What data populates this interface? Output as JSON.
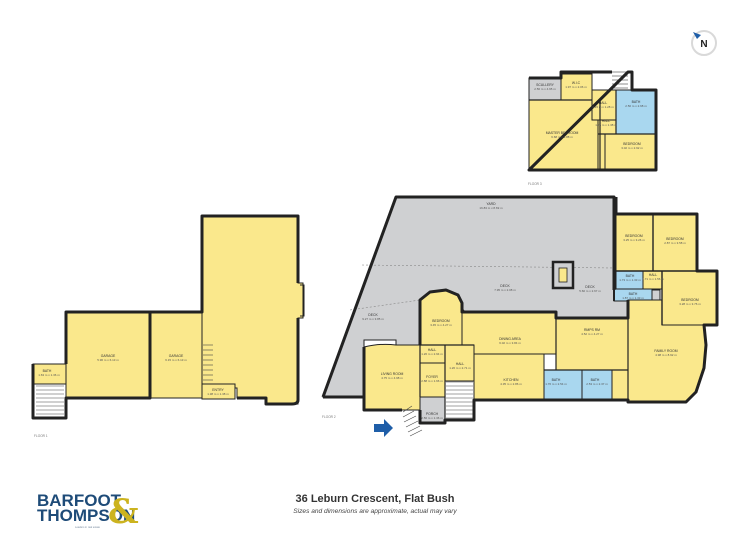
{
  "property": {
    "address": "36 Leburn Crescent, Flat Bush",
    "note": "Sizes and dimensions are approximate, actual may vary"
  },
  "brand": {
    "line1": "BARFOOT",
    "line2": "THOMPSON",
    "ampersand": "&",
    "tagline": "Leaders in real estate",
    "navy": "#1e4b78",
    "gold": "#ccb31f"
  },
  "compass": {
    "label": "N",
    "icon": "north-arrow-icon"
  },
  "colors": {
    "room": "#fae88c",
    "bathroom": "#a9d7ef",
    "outdoor": "#cfd0d2",
    "entry_arrow": "#1f5ea8"
  },
  "floors": {
    "floor1_label": "FLOOR 1",
    "floor2_label": "FLOOR 2",
    "floor3_label": "FLOOR 3"
  },
  "rooms": {
    "bath_f1": {
      "name": "BATH",
      "dims": "1.63 m x 1.36 m"
    },
    "garage_a": {
      "name": "GARAGE",
      "dims": "5.96 m x 6.13 m"
    },
    "garage_b": {
      "name": "GARAGE",
      "dims": "6.15 m x 6.13 m"
    },
    "entry_f1": {
      "name": "ENTRY",
      "dims": "1.38 m x 1.38 m"
    },
    "scullery": {
      "name": "SCULLERY",
      "dims": "2.56 m x 4.95 m"
    },
    "wic": {
      "name": "W.I.C",
      "dims": "1.97 m x 2.06 m"
    },
    "hall_f3a": {
      "name": "HALL",
      "dims": "4.15 m x 1.28 m"
    },
    "bath_f3": {
      "name": "BATH",
      "dims": "2.50 m x 2.68 m"
    },
    "master": {
      "name": "MASTER BEDROOM",
      "dims": "6.68 m x 3.88 m"
    },
    "hall_f3b": {
      "name": "HALL",
      "dims": "1.26 m x 1.38 m"
    },
    "bedroom_f3": {
      "name": "BEDROOM",
      "dims": "3.02 m x 2.92 m"
    },
    "yard": {
      "name": "YARD",
      "dims": "16.83 m x 8.69 m"
    },
    "deck_a": {
      "name": "DECK",
      "dims": "7.95 m x 2.08 m"
    },
    "deck_b": {
      "name": "DECK",
      "dims": "9.27 m x 3.85 m"
    },
    "deck_c": {
      "name": "DECK",
      "dims": "5.60 m x 2.67 m"
    },
    "bedroom_1": {
      "name": "BEDROOM",
      "dims": "3.45 m x 4.27 m"
    },
    "bedroom_2": {
      "name": "BEDROOM",
      "dims": "3.25 m x 3.26 m"
    },
    "bedroom_3": {
      "name": "BEDROOM",
      "dims": "2.87 m x 3.58 m"
    },
    "bedroom_4": {
      "name": "BEDROOM",
      "dims": "3.28 m x 3.76 m"
    },
    "dining": {
      "name": "DINING AREA",
      "dims": "6.02 m x 3.84 m"
    },
    "hall_f2a": {
      "name": "HALL",
      "dims": "1.26 m x 2.94 m"
    },
    "hall_f2b": {
      "name": "HALL",
      "dims": "1.71 m x 1.56 m"
    },
    "bath_f2a": {
      "name": "BATH",
      "dims": "1.76 m x 2.54 m"
    },
    "bath_f2b": {
      "name": "BATH",
      "dims": "2.53 m x 2.37 m"
    },
    "bath_f2c": {
      "name": "BATH",
      "dims": "1.73 m x 1.33 m"
    },
    "bath_f2d": {
      "name": "BATH",
      "dims": "1.87 m x 1.33 m"
    },
    "living": {
      "name": "LIVING ROOM",
      "dims": "4.75 m x 4.98 m"
    },
    "foyer": {
      "name": "FOYER",
      "dims": "2.88 m x 1.66 m"
    },
    "hall_f2c": {
      "name": "HALL",
      "dims": "1.26 m x 2.71 m"
    },
    "kitchen": {
      "name": "KITCHEN",
      "dims": "4.35 m x 2.86 m"
    },
    "rumpus": {
      "name": "RMPS RM",
      "dims": "4.52 m x 4.27 m"
    },
    "family": {
      "name": "FAMILY ROOM",
      "dims": "4.98 m x 8.92 m"
    },
    "porch": {
      "name": "PORCH",
      "dims": "2.56 m x 1.36 m"
    }
  }
}
